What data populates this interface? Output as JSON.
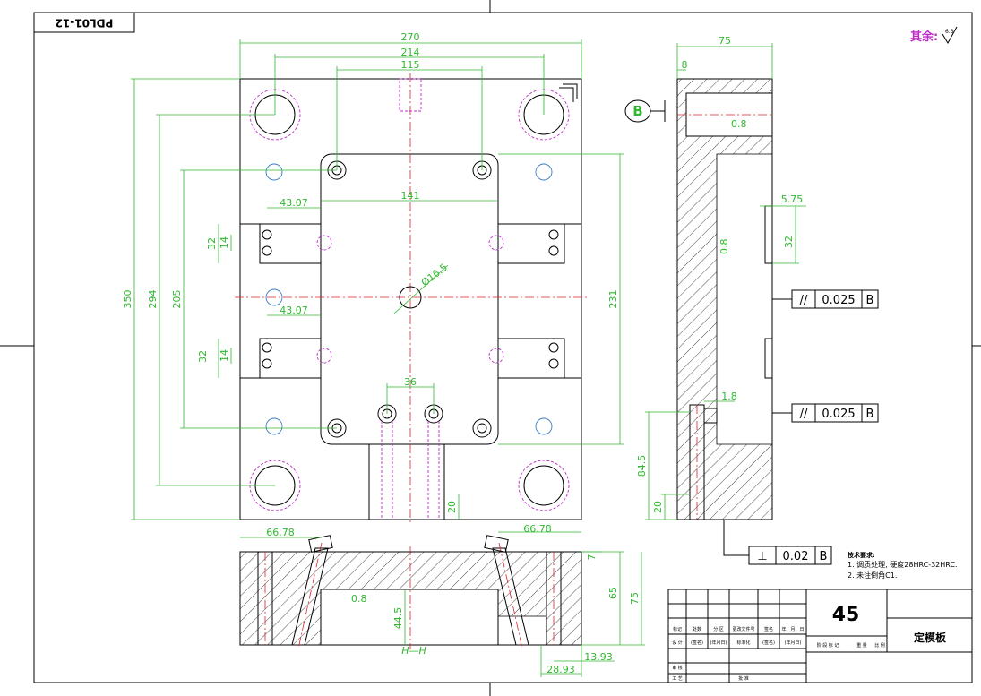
{
  "drawing_code": "PDL01-12",
  "surface_note": "其余:",
  "roughness_default": "6.3",
  "datum": "B",
  "material": "45",
  "part_name": "定模板",
  "section_label": "H—H",
  "tech_notes": [
    "技术要求:",
    "1. 调质处理, 硬度28HRC-32HRC.",
    "2. 未注倒角C1."
  ],
  "dims_top": {
    "d270": "270",
    "d214": "214",
    "d115": "115",
    "d141": "141",
    "d4307a": "43.07",
    "d4307b": "43.07",
    "d32a": "32",
    "d14a": "14",
    "d32b": "32",
    "d14b": "14",
    "d350": "350",
    "d294": "294",
    "d205": "205",
    "d231": "231",
    "d165": "Ø16.5",
    "d36": "36",
    "d20": "20"
  },
  "dims_side": {
    "d75": "75",
    "d8": "8",
    "d575": "5.75",
    "d32": "32",
    "d18": "1.8",
    "d845": "84.5",
    "d20": "20",
    "r08a": "0.8",
    "r08b": "0.8"
  },
  "dims_section": {
    "d6678a": "66.78",
    "d6678b": "66.78",
    "d7": "7",
    "d65": "65",
    "d75": "75",
    "d445": "44.5",
    "d1393": "13.93",
    "d2893": "28.93",
    "r08": "0.8"
  },
  "tolerances": [
    {
      "symbol": "//",
      "value": "0.025",
      "datum": "B"
    },
    {
      "symbol": "//",
      "value": "0.025",
      "datum": "B"
    },
    {
      "symbol": "⊥",
      "value": "0.02",
      "datum": "B"
    }
  ],
  "title_block": {
    "headers": [
      "标记",
      "处数",
      "分 区",
      "更改文件号",
      "签名",
      "年、月、日"
    ],
    "row_design": [
      "设 计",
      "(签名)",
      "(年月日)",
      "标准化",
      "(签名)",
      "(年月日)"
    ],
    "stage_headers": [
      "阶 段 标 记",
      "重 量",
      "比 例"
    ],
    "review": "审 核",
    "process": "工 艺",
    "approve": "批 准"
  }
}
